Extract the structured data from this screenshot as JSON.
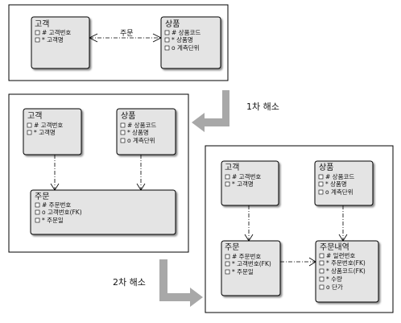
{
  "panel1": {
    "customer": {
      "title": "고객",
      "attrs": [
        "# 고객번호",
        "* 고객명"
      ]
    },
    "product": {
      "title": "상품",
      "attrs": [
        "# 상품코드",
        "* 상품명",
        "o 계측단위"
      ]
    },
    "relationship_label": "주문"
  },
  "step1_label": "1차 해소",
  "panel2": {
    "customer": {
      "title": "고객",
      "attrs": [
        "# 고객번호",
        "* 고객명"
      ]
    },
    "product": {
      "title": "상품",
      "attrs": [
        "# 상품코드",
        "* 상품명",
        "o 계측단위"
      ]
    },
    "order": {
      "title": "주문",
      "attrs": [
        "# 주문번호",
        "o 고객번호(FK)",
        "* 주문일"
      ]
    }
  },
  "step2_label": "2차 해소",
  "panel3": {
    "customer": {
      "title": "고객",
      "attrs": [
        "# 고객번호",
        "* 고객명"
      ]
    },
    "product": {
      "title": "상품",
      "attrs": [
        "# 상품코드",
        "* 상품명",
        "o 계측단위"
      ]
    },
    "order": {
      "title": "주문",
      "attrs": [
        "# 주문번호",
        "* 고객번호(FK)",
        "* 주문일"
      ]
    },
    "order_detail": {
      "title": "주문내역",
      "attrs": [
        "# 일련번호",
        "* 주문번호(FK)",
        "* 상품코드(FK)",
        "* 수량",
        "o 단가"
      ]
    }
  },
  "colors": {
    "entity_fill": "#e4e4e4",
    "arrow": "#a8a8a8",
    "line": "#000000"
  }
}
